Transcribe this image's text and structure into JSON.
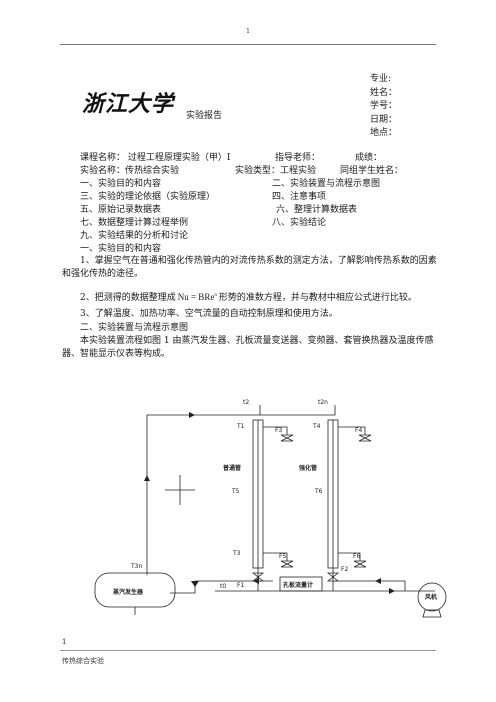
{
  "header": {
    "page_number": "1"
  },
  "meta": {
    "major": "专业:",
    "name": "姓名：",
    "student_id": "学号：",
    "date": "日期：",
    "location": "地点："
  },
  "title": {
    "logo_text": "浙江大学",
    "report_label": "实验报告"
  },
  "info": {
    "course": "课程名称：    过程工程原理实验（甲）I",
    "advisor": "指导老师：",
    "score": "成绩：",
    "experiment_name": "实验名称：传热综合实验",
    "experiment_type": "实验类型：工程实验",
    "partner": "同组学生姓名："
  },
  "toc": {
    "item1": "一、实验目的和内容",
    "item2": "二、实验装置与流程示意图",
    "item3": "三、实验的理论依据（实验原理）",
    "item4": "四、注意事项",
    "item5": "五、原始记录数据表",
    "item6": "六、整理计算数据表",
    "item7": "七、数据整理计算过程举例",
    "item8": "八、实验结论",
    "item9": "九、实验结果的分析和讨论"
  },
  "section1": {
    "heading": "一、实验目的和内容",
    "p1": "1、掌握空气在普通和强化传热管内的对流传热系数的测定方法，了解影响传热系数的因素和强化传热的途径。",
    "p2_before": "2、把测得的数据整理成",
    "formula_base": "Nu = BRe",
    "formula_exp": "n",
    "p2_after": "形势的准数方程，并与教材中相应公式进行比较。",
    "p3": "3、了解温度、加热功率、空气流量的自动控制原理和使用方法。"
  },
  "section2": {
    "heading": "二、实验装置与流程示意图",
    "p1": "本实验装置流程如图 1 由蒸汽发生器、孔板流量变送器、变频器、套管换热器及温度传感器、智能显示仪表等构成。"
  },
  "diagram": {
    "labels": {
      "t2": "t2",
      "t2n": "t2n",
      "t1": "T1",
      "t5": "T5",
      "t4": "T4",
      "t3": "T3",
      "t6": "T6",
      "t3n": "T3n",
      "f1": "F1",
      "f2": "F2",
      "f3": "F3",
      "f4": "F4",
      "f5": "F5",
      "f6": "F6",
      "t0": "t0",
      "tube_plain": "普通管",
      "tube_enhanced": "强化管",
      "steam_gen": "蒸汽发生器",
      "flowmeter": "孔板流量计",
      "fan": "风机"
    }
  },
  "footer": {
    "page_number": "1",
    "text": "传热综合实验"
  }
}
